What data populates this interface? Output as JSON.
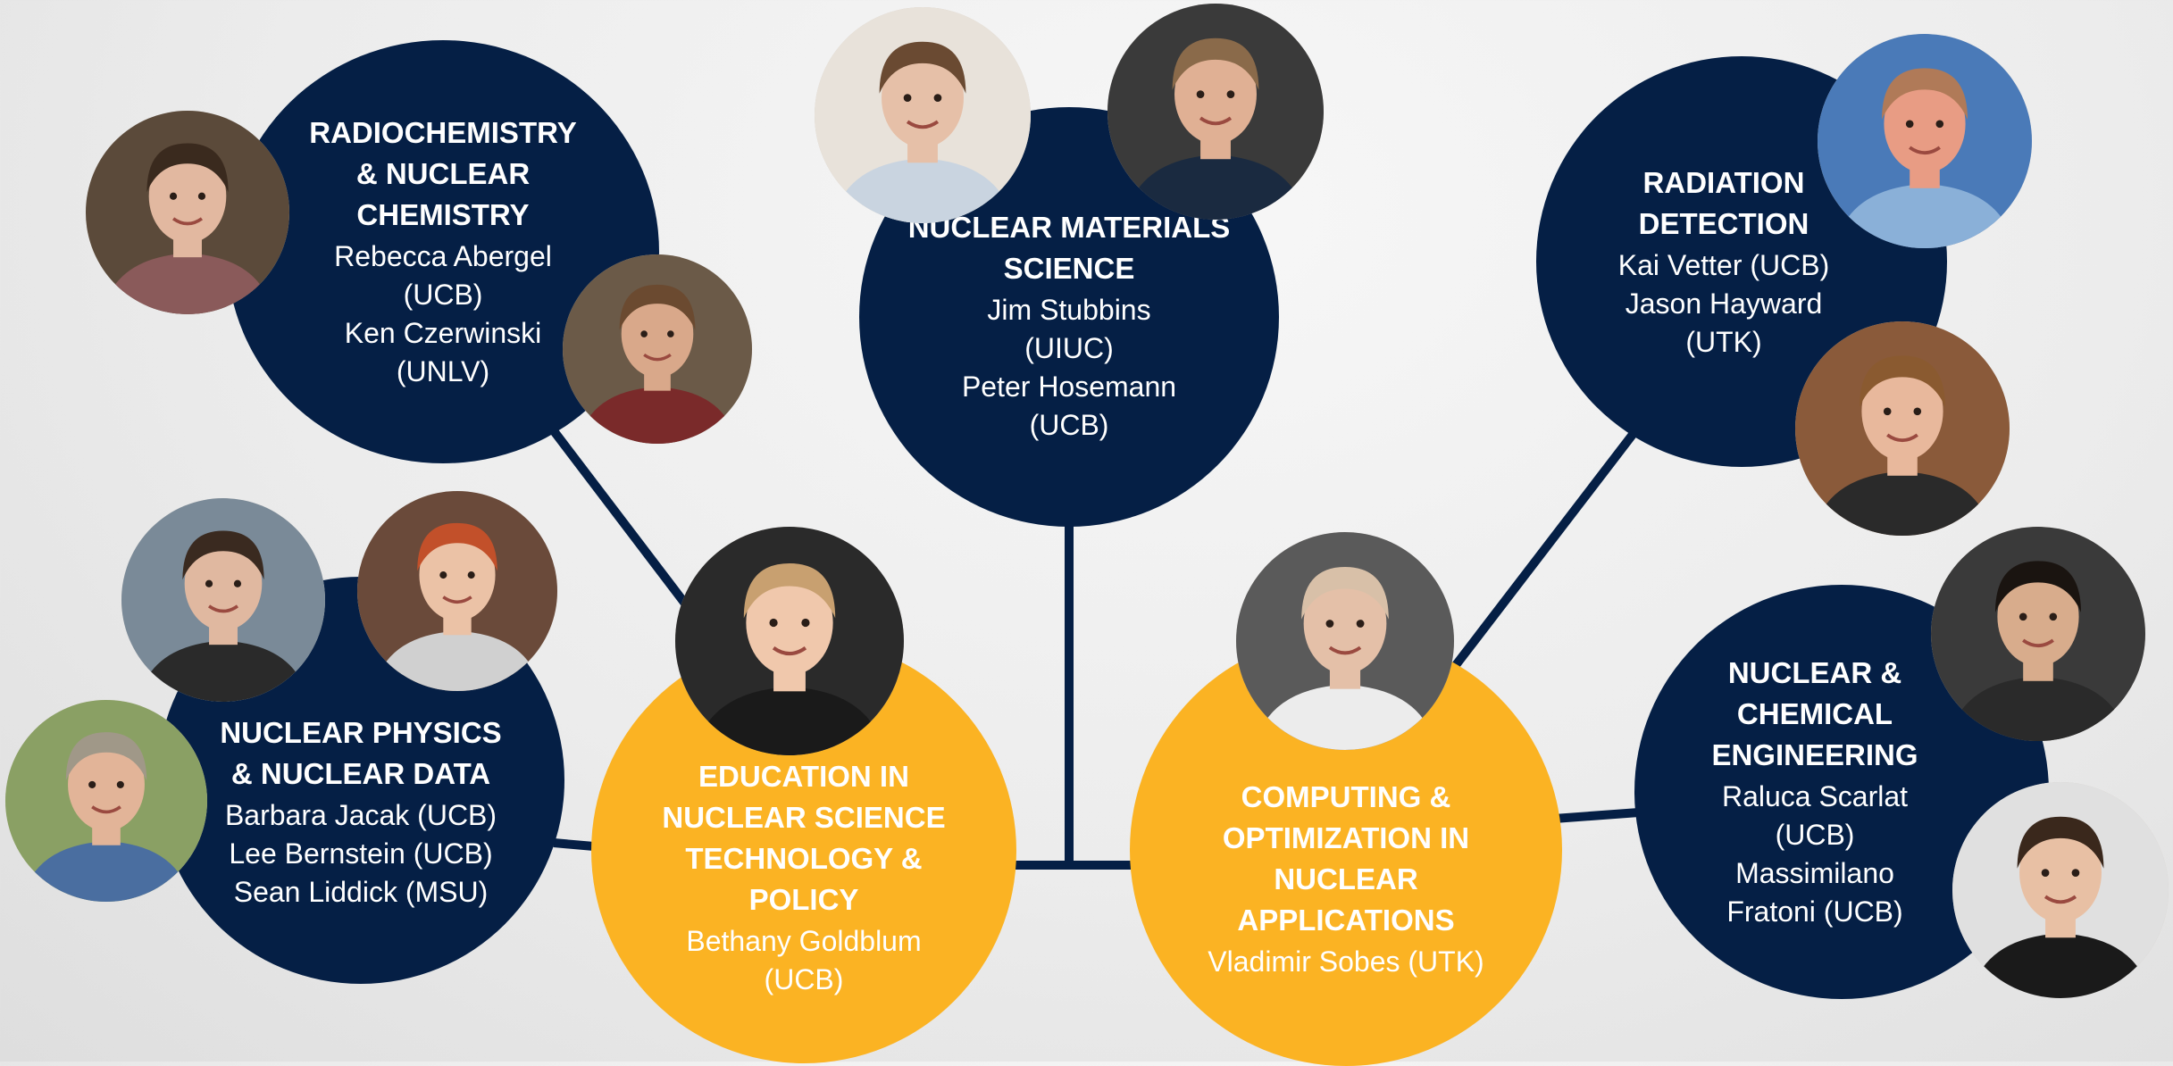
{
  "colors": {
    "navy": "#051f45",
    "gold": "#fbb323",
    "connector": "#051f45",
    "background": "#e9e9e9"
  },
  "nodes": {
    "radiochemistry": {
      "title": "RADIOCHEMISTRY\n& NUCLEAR\nCHEMISTRY",
      "names": "Rebecca Abergel\n(UCB)\nKen Czerwinski\n(UNLV)"
    },
    "materials": {
      "title": "NUCLEAR MATERIALS\nSCIENCE",
      "names": "Jim Stubbins\n(UIUC)\nPeter Hosemann\n(UCB)"
    },
    "detection": {
      "title": "RADIATION\nDETECTION",
      "names": "Kai Vetter (UCB)\nJason Hayward\n(UTK)"
    },
    "physics": {
      "title": "NUCLEAR PHYSICS\n& NUCLEAR DATA",
      "names": "Barbara Jacak (UCB)\nLee Bernstein (UCB)\nSean Liddick (MSU)"
    },
    "education": {
      "title": "EDUCATION IN\nNUCLEAR SCIENCE\nTECHNOLOGY &\nPOLICY",
      "names": "Bethany Goldblum\n(UCB)"
    },
    "computing": {
      "title": "COMPUTING &\nOPTIMIZATION IN\nNUCLEAR\nAPPLICATIONS",
      "names": "Vladimir Sobes (UTK)"
    },
    "engineering": {
      "title": "NUCLEAR &\nCHEMICAL\nENGINEERING",
      "names": "Raluca Scarlat\n(UCB)\nMassimilano\nFratoni (UCB)"
    }
  },
  "photos": [
    {
      "id": "abergel",
      "bg": "#5b4a3a",
      "skin": "#e2b8a0",
      "hair": "#3a2a1e",
      "shirt": "#8a5a5a"
    },
    {
      "id": "czerwinski",
      "bg": "#6b5a48",
      "skin": "#d9a88a",
      "hair": "#6b4a30",
      "shirt": "#7a2a2a"
    },
    {
      "id": "stubbins-a",
      "bg": "#e8e2da",
      "skin": "#e6c0a8",
      "hair": "#6a4a32",
      "shirt": "#c9d4e0"
    },
    {
      "id": "stubbins-b",
      "bg": "#3a3a3a",
      "skin": "#e0b094",
      "hair": "#8a6a4a",
      "shirt": "#1a2a40"
    },
    {
      "id": "vetter",
      "bg": "#4a7ab8",
      "skin": "#e89c84",
      "hair": "#b07a58",
      "shirt": "#8ab0d8"
    },
    {
      "id": "hayward",
      "bg": "#8a5a3a",
      "skin": "#e8b89c",
      "hair": "#8a5a30",
      "shirt": "#2a2a2a"
    },
    {
      "id": "jacak-a",
      "bg": "#7a8a98",
      "skin": "#e0b8a0",
      "hair": "#3a2a20",
      "shirt": "#2a2a2a"
    },
    {
      "id": "jacak-b",
      "bg": "#6a4a3a",
      "skin": "#ebc2a6",
      "hair": "#c2502a",
      "shirt": "#d0d0d0"
    },
    {
      "id": "liddick",
      "bg": "#8aa064",
      "skin": "#e2b498",
      "hair": "#a09888",
      "shirt": "#4a6ea0"
    },
    {
      "id": "goldblum",
      "bg": "#2a2a2a",
      "skin": "#f0c8ac",
      "hair": "#c8a070",
      "shirt": "#1a1a1a"
    },
    {
      "id": "sobes",
      "bg": "#5a5a5a",
      "skin": "#e4c0a8",
      "hair": "#d8c0a8",
      "shirt": "#ececec"
    },
    {
      "id": "scarlat",
      "bg": "#3a3a3a",
      "skin": "#d8ac8c",
      "hair": "#1a1410",
      "shirt": "#2a2a2a"
    },
    {
      "id": "fratoni",
      "bg": "#e0e0e0",
      "skin": "#e8c0a4",
      "hair": "#3a281c",
      "shirt": "#1a1a1a"
    }
  ]
}
